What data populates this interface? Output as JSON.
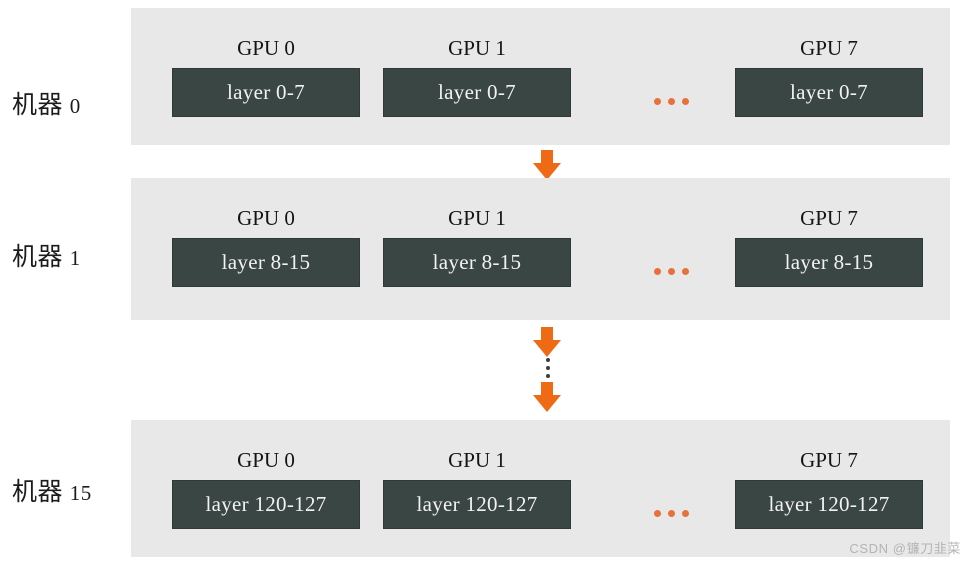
{
  "diagram": {
    "title": "Pipeline parallelism layer assignment across machines",
    "colors": {
      "panel_background": "#e8e8e8",
      "layer_box": "#3a4644",
      "layer_box_text": "#f2f2f2",
      "arrow": "#ee6a14",
      "ellipsis_dot": "#e8703a",
      "page_background": "#ffffff",
      "label_text": "#1c1c1c",
      "watermark_text": "#b4b4b4"
    },
    "machines": [
      {
        "label_prefix": "机器",
        "index": "0",
        "gpus": [
          {
            "title": "GPU 0",
            "layer_range": "layer 0-7"
          },
          {
            "title": "GPU 1",
            "layer_range": "layer 0-7"
          },
          {
            "title": "GPU 7",
            "layer_range": "layer 0-7"
          }
        ],
        "ellipsis": "•••"
      },
      {
        "label_prefix": "机器",
        "index": "1",
        "gpus": [
          {
            "title": "GPU 0",
            "layer_range": "layer 8-15"
          },
          {
            "title": "GPU 1",
            "layer_range": "layer 8-15"
          },
          {
            "title": "GPU 7",
            "layer_range": "layer 8-15"
          }
        ],
        "ellipsis": "•••"
      },
      {
        "label_prefix": "机器",
        "index": "15",
        "gpus": [
          {
            "title": "GPU 0",
            "layer_range": "layer 120-127"
          },
          {
            "title": "GPU 1",
            "layer_range": "layer 120-127"
          },
          {
            "title": "GPU 7",
            "layer_range": "layer 120-127"
          }
        ],
        "ellipsis": "•••"
      }
    ],
    "connectors": [
      {
        "name": "arrow-machine0-to-machine1",
        "kind": "down-arrow"
      },
      {
        "name": "arrow-machine1-to-skipped",
        "kind": "down-arrow"
      },
      {
        "name": "vertical-ellipsis-skipped-machines",
        "kind": "vertical-ellipsis"
      },
      {
        "name": "arrow-skipped-to-machine15",
        "kind": "down-arrow"
      }
    ]
  },
  "watermark": {
    "text": "CSDN @镰刀韭菜"
  }
}
